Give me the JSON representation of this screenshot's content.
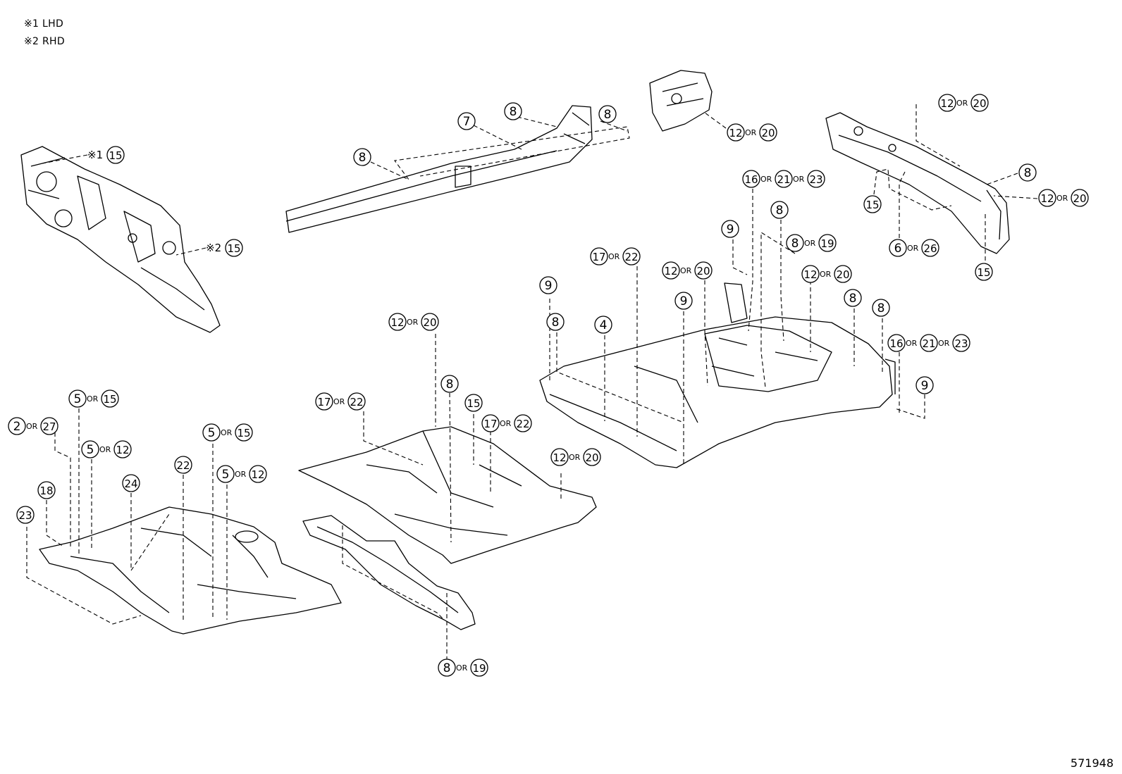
{
  "legend": [
    {
      "mark": "※1",
      "text": "LHD"
    },
    {
      "mark": "※2",
      "text": "RHD"
    }
  ],
  "drawing_number": "571948",
  "or_word": "OR",
  "callouts": [
    {
      "prefix": "※1",
      "nums": [
        "15"
      ]
    },
    {
      "prefix": "※2",
      "nums": [
        "15"
      ]
    },
    {
      "nums": [
        "8"
      ]
    },
    {
      "nums": [
        "7"
      ]
    },
    {
      "nums": [
        "8"
      ]
    },
    {
      "nums": [
        "8"
      ]
    },
    {
      "nums": [
        "12",
        "20"
      ]
    },
    {
      "nums": [
        "12",
        "20"
      ]
    },
    {
      "nums": [
        "8"
      ]
    },
    {
      "nums": [
        "12",
        "20"
      ]
    },
    {
      "nums": [
        "15"
      ]
    },
    {
      "nums": [
        "6",
        "26"
      ]
    },
    {
      "nums": [
        "15"
      ]
    },
    {
      "nums": [
        "16",
        "21",
        "23"
      ]
    },
    {
      "nums": [
        "8"
      ]
    },
    {
      "nums": [
        "9"
      ]
    },
    {
      "nums": [
        "8",
        "19"
      ]
    },
    {
      "nums": [
        "17",
        "22"
      ]
    },
    {
      "nums": [
        "12",
        "20"
      ]
    },
    {
      "nums": [
        "12",
        "20"
      ]
    },
    {
      "nums": [
        "9"
      ]
    },
    {
      "nums": [
        "9"
      ]
    },
    {
      "nums": [
        "8"
      ]
    },
    {
      "nums": [
        "8"
      ]
    },
    {
      "nums": [
        "4"
      ]
    },
    {
      "nums": [
        "8"
      ]
    },
    {
      "nums": [
        "16",
        "21",
        "23"
      ]
    },
    {
      "nums": [
        "9"
      ]
    },
    {
      "nums": [
        "12",
        "20"
      ]
    },
    {
      "nums": [
        "8"
      ]
    },
    {
      "nums": [
        "17",
        "22"
      ]
    },
    {
      "nums": [
        "15"
      ]
    },
    {
      "nums": [
        "17",
        "22"
      ]
    },
    {
      "nums": [
        "12",
        "20"
      ]
    },
    {
      "nums": [
        "8",
        "19"
      ]
    },
    {
      "nums": [
        "5",
        "15"
      ]
    },
    {
      "nums": [
        "2",
        "27"
      ]
    },
    {
      "nums": [
        "5",
        "12"
      ]
    },
    {
      "nums": [
        "5",
        "15"
      ]
    },
    {
      "nums": [
        "22"
      ]
    },
    {
      "nums": [
        "5",
        "12"
      ]
    },
    {
      "nums": [
        "24"
      ]
    },
    {
      "nums": [
        "18"
      ]
    },
    {
      "nums": [
        "23"
      ]
    }
  ]
}
